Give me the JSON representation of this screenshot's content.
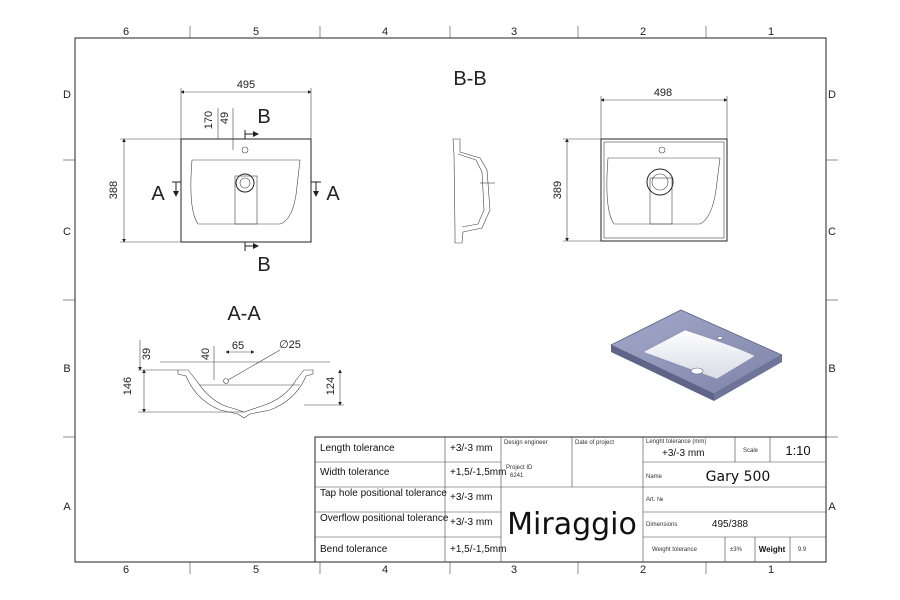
{
  "border": {
    "columns": [
      "6",
      "5",
      "4",
      "3",
      "2",
      "1"
    ],
    "rows": [
      "D",
      "C",
      "B",
      "A"
    ]
  },
  "views": {
    "top": {
      "width": "495",
      "height": "388",
      "dim_170": "170",
      "dim_49": "49",
      "section_a": "A",
      "section_b": "B"
    },
    "section_bb": {
      "title": "B-B"
    },
    "right": {
      "width": "498",
      "height": "389"
    },
    "section_aa": {
      "title": "A-A",
      "dim_39": "39",
      "dim_40": "40",
      "dim_65": "65",
      "dim_d25": "∅25",
      "dim_146": "146",
      "dim_124": "124"
    }
  },
  "title_block": {
    "tolerances": [
      {
        "label": "Length tolerance",
        "value": "+3/-3 mm"
      },
      {
        "label": "Width tolerance",
        "value": "+1,5/-1,5mm"
      },
      {
        "label": "Tap hole positional tolerance",
        "value": "+3/-3 mm"
      },
      {
        "label": "Overflow positional tolerance",
        "value": "+3/-3 mm"
      },
      {
        "label": "Bend tolerance",
        "value": "+1,5/-1,5mm"
      }
    ],
    "design_engineer_label": "Design engineer",
    "date_label": "Date of project",
    "project_id_label": "Project ID",
    "project_id": "6241",
    "brand": "Miraggio",
    "length_tol_label": "Lenght tolerance (mm)",
    "length_tol_value": "+3/-3 mm",
    "scale_label": "Scale",
    "scale": "1:10",
    "name_label": "Name",
    "name": "Gary 500",
    "art_label": "Art. №",
    "dimensions_label": "Dimensions",
    "dimensions": "495/388",
    "weight_tol_label": "Weight tolerance",
    "weight_tol_value": "±3%",
    "weight_label": "Weight",
    "weight": "9.9"
  }
}
